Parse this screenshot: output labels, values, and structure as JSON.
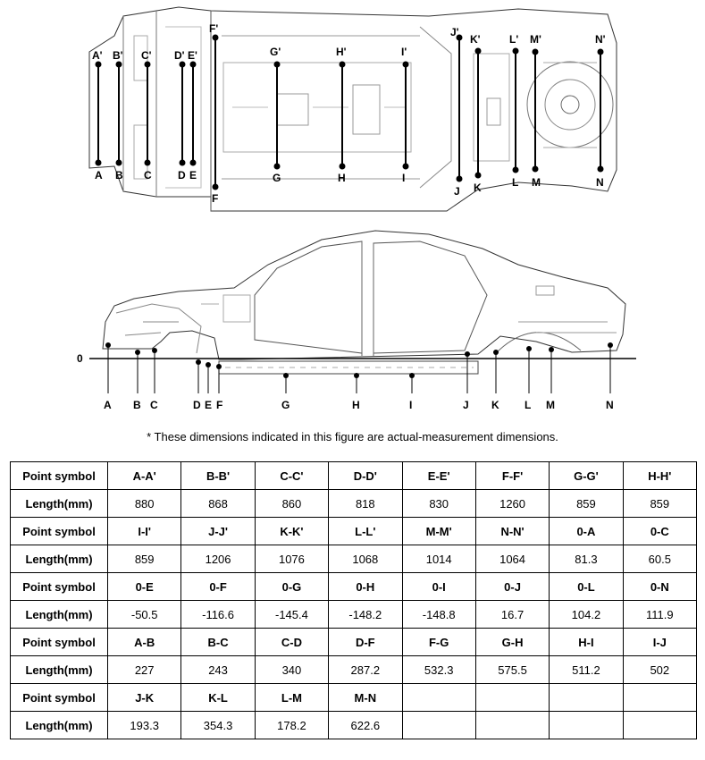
{
  "top_view": {
    "upper_labels": [
      "A'",
      "B'",
      "C'",
      "D'",
      "E'",
      "F'",
      "G'",
      "H'",
      "I'",
      "J'",
      "K'",
      "L'",
      "M'",
      "N'"
    ],
    "lower_labels": [
      "A",
      "B",
      "C",
      "D",
      "E",
      "F",
      "G",
      "H",
      "I",
      "J",
      "K",
      "L",
      "M",
      "N"
    ]
  },
  "side_view": {
    "zero_label": "0",
    "labels": [
      "A",
      "B",
      "C",
      "D",
      "E",
      "F",
      "G",
      "H",
      "I",
      "J",
      "K",
      "L",
      "M",
      "N"
    ]
  },
  "note": "*  These dimensions indicated in this figure are actual-measurement dimensions.",
  "table": {
    "groups": [
      {
        "header_label": "Point symbol",
        "value_label": "Length(mm)",
        "symbols": [
          "A-A'",
          "B-B'",
          "C-C'",
          "D-D'",
          "E-E'",
          "F-F'",
          "G-G'",
          "H-H'"
        ],
        "values": [
          "880",
          "868",
          "860",
          "818",
          "830",
          "1260",
          "859",
          "859"
        ]
      },
      {
        "header_label": "Point symbol",
        "value_label": "Length(mm)",
        "symbols": [
          "I-I'",
          "J-J'",
          "K-K'",
          "L-L'",
          "M-M'",
          "N-N'",
          "0-A",
          "0-C"
        ],
        "values": [
          "859",
          "1206",
          "1076",
          "1068",
          "1014",
          "1064",
          "81.3",
          "60.5"
        ]
      },
      {
        "header_label": "Point symbol",
        "value_label": "Length(mm)",
        "symbols": [
          "0-E",
          "0-F",
          "0-G",
          "0-H",
          "0-I",
          "0-J",
          "0-L",
          "0-N"
        ],
        "values": [
          "-50.5",
          "-116.6",
          "-145.4",
          "-148.2",
          "-148.8",
          "16.7",
          "104.2",
          "111.9"
        ]
      },
      {
        "header_label": "Point symbol",
        "value_label": "Length(mm)",
        "symbols": [
          "A-B",
          "B-C",
          "C-D",
          "D-F",
          "F-G",
          "G-H",
          "H-I",
          "I-J"
        ],
        "values": [
          "227",
          "243",
          "340",
          "287.2",
          "532.3",
          "575.5",
          "511.2",
          "502"
        ]
      },
      {
        "header_label": "Point symbol",
        "value_label": "Length(mm)",
        "symbols": [
          "J-K",
          "K-L",
          "L-M",
          "M-N",
          "",
          "",
          "",
          ""
        ],
        "values": [
          "193.3",
          "354.3",
          "178.2",
          "622.6",
          "",
          "",
          "",
          ""
        ]
      }
    ]
  }
}
